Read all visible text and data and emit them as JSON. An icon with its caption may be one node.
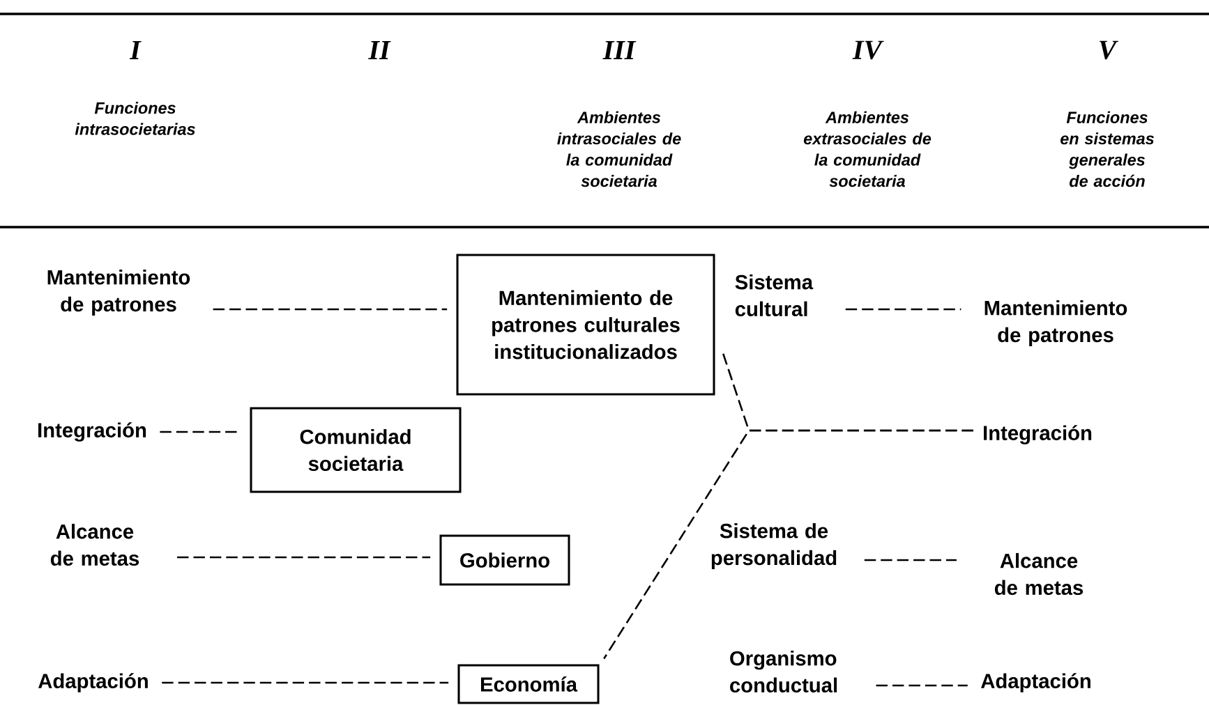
{
  "diagram": {
    "nodes": [
      {
        "text": [
          "Mantenimiento de patrones"
        ]
      },
      {
        "text": [
          "Integración"
        ]
      },
      {
        "text": [
          "Alcance de metas"
        ]
      },
      {
        "text": [
          "Adaptación"
        ]
      },
      {
        "text": [
          "Mantenimiento de patrones culturales institucionalizados"
        ]
      },
      {
        "text": [
          "Comunidad societaria"
        ]
      },
      {
        "text": [
          "Gobierno"
        ]
      },
      {
        "text": [
          "Economía"
        ]
      },
      {
        "text": [
          "Sistema cultural"
        ]
      },
      {
        "text": [
          "Sistema de personalidad"
        ]
      },
      {
        "text": [
          "Organismo conductual"
        ]
      },
      {
        "text": [
          "Mantenimiento de patrones"
        ]
      },
      {
        "text": [
          "Integración"
        ]
      },
      {
        "text": [
          "Alcance de metas"
        ]
      },
      {
        "text": [
          "Adaptación"
        ]
      }
    ],
    "edges": [
      {
        "from": 0,
        "to": 4,
        "arrow": "none",
        "style": "dashed"
      },
      {
        "from": 1,
        "to": 5,
        "arrow": "none",
        "style": "dashed"
      },
      {
        "from": 2,
        "to": 6,
        "arrow": "none",
        "style": "dashed"
      },
      {
        "from": 3,
        "to": 7,
        "arrow": "none",
        "style": "dashed"
      },
      {
        "from": 8,
        "to": 11,
        "arrow": "none",
        "style": "dashed"
      },
      {
        "from": 4,
        "to": 12,
        "arrow": "none",
        "style": "dashed"
      },
      {
        "from": 7,
        "to": 12,
        "arrow": "none",
        "style": "dashed"
      },
      {
        "from": 9,
        "to": 13,
        "arrow": "none",
        "style": "dashed"
      },
      {
        "from": 10,
        "to": 14,
        "arrow": "none",
        "style": "dashed"
      }
    ],
    "labels": [
      "I",
      "II",
      "III",
      "IV",
      "V",
      "Funciones intrasocietarias",
      "Ambientes intrasociales de la comunidad societaria",
      "Ambientes extrasociales de la comunidad societaria",
      "Funciones en sistemas generales de acción"
    ]
  }
}
